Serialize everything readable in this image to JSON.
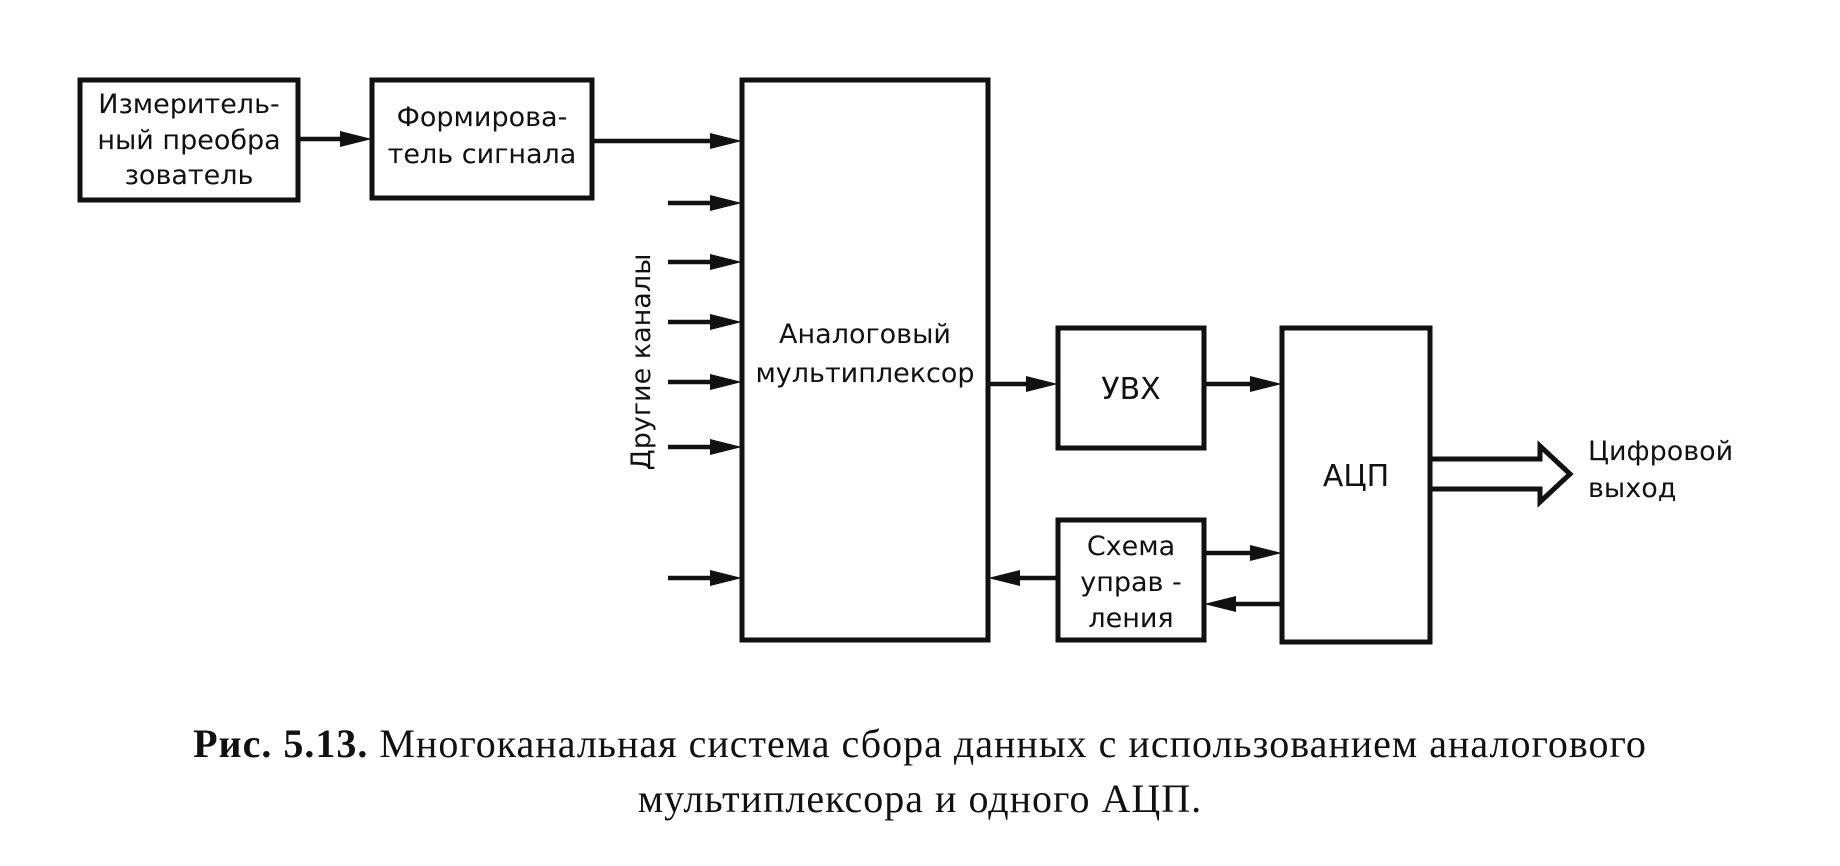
{
  "blocks": {
    "sensor": {
      "lines": [
        "Измеритель-",
        "ный преобра",
        "зователь"
      ]
    },
    "conditioner": {
      "lines": [
        "Формирова-",
        "тель сигнала"
      ]
    },
    "multiplexer": {
      "lines": [
        "Аналоговый",
        "мультиплексор"
      ]
    },
    "sample_hold": {
      "lines": [
        "УВХ"
      ]
    },
    "adc": {
      "lines": [
        "АЦП"
      ]
    },
    "control": {
      "lines": [
        "Схема",
        "управ -",
        "ления"
      ]
    }
  },
  "other_channels_label": "Другие каналы",
  "digital_output_lines": [
    "Цифровой",
    "выход"
  ],
  "caption": {
    "number": "Рис. 5.13.",
    "line1": "Многоканальная система сбора данных с использованием аналогового",
    "line2": "мультиплексора и одного АЦП."
  }
}
